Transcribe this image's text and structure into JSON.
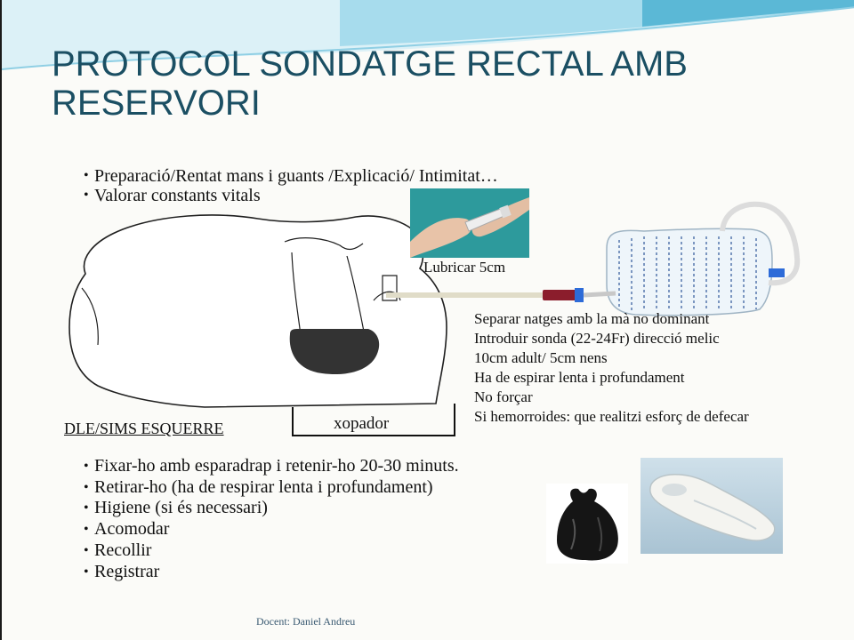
{
  "slide": {
    "title": "PROTOCOL SONDATGE RECTAL AMB RESERVORI",
    "top_bullets": [
      "Preparació/Rentat mans i guants /Explicació/ Intimitat…",
      "Valorar constants vitals"
    ],
    "captions": {
      "lubricate": "Lubricar 5cm",
      "position": "DLE/SIMS ESQUERRE",
      "pad": "xopador"
    },
    "instructions": [
      "Separar natges amb la mà no dominant",
      "Introduir sonda (22-24Fr) direcció melic",
      " 10cm adult/ 5cm nens",
      " Ha de espirar lenta i profundament",
      "No forçar",
      "Si hemorroides: que realitzi esforç de defecar"
    ],
    "bottom_bullets": [
      "Fixar-ho amb esparadrap i retenir-ho 20-30 minuts.",
      "Retirar-ho (ha de respirar lenta i profundament)",
      "Higiene (si és necessari)",
      "Acomodar",
      "Recollir",
      "Registrar"
    ],
    "footer": "Docent: Daniel Andreu",
    "colors": {
      "title": "#1b4f63",
      "banner_light": "#dcf1f7",
      "banner_mid": "#a7dced",
      "banner_dark": "#5bb8d6",
      "footer": "#3a5a72"
    }
  }
}
